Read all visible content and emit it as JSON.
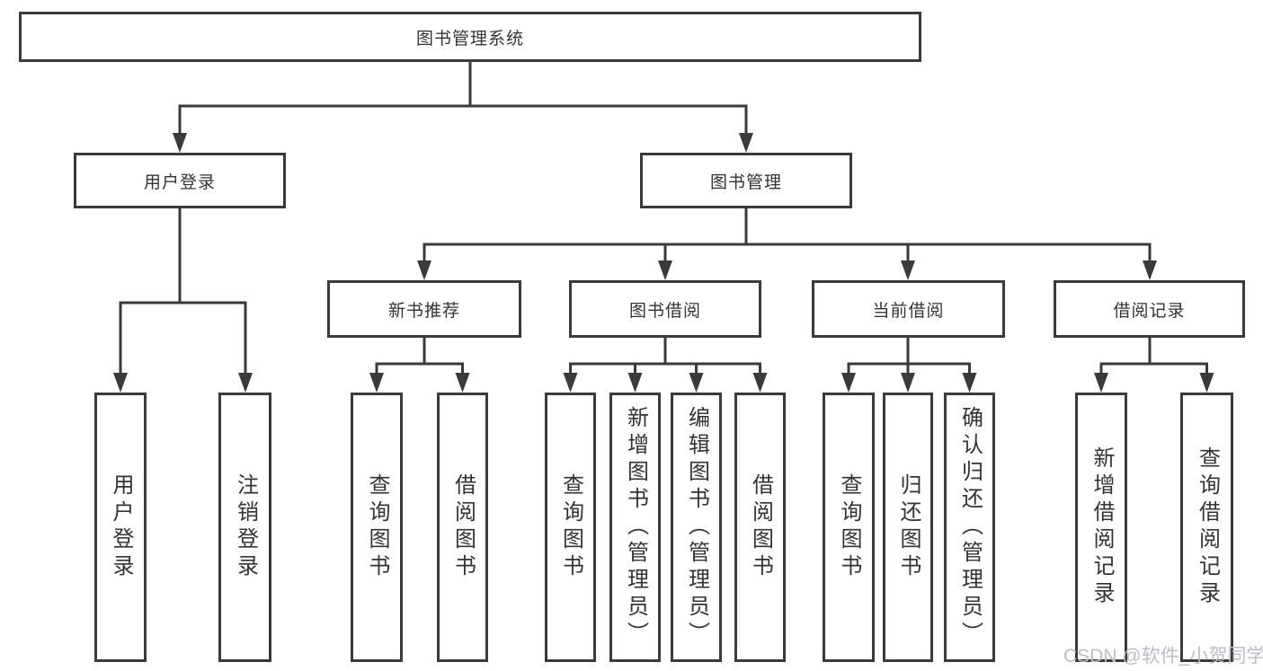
{
  "tree": {
    "label": "图书管理系统",
    "children": [
      {
        "label": "用户登录",
        "children": [
          {
            "label": "用户登录"
          },
          {
            "label": "注销登录"
          }
        ]
      },
      {
        "label": "图书管理",
        "children": [
          {
            "label": "新书推荐",
            "children": [
              {
                "label": "查询图书"
              },
              {
                "label": "借阅图书"
              }
            ]
          },
          {
            "label": "图书借阅",
            "children": [
              {
                "label": "查询图书"
              },
              {
                "label": "新增图书（管理员）"
              },
              {
                "label": "编辑图书（管理员）"
              },
              {
                "label": "借阅图书"
              }
            ]
          },
          {
            "label": "当前借阅",
            "children": [
              {
                "label": "查询图书"
              },
              {
                "label": "归还图书"
              },
              {
                "label": "确认归还（管理员）"
              }
            ]
          },
          {
            "label": "借阅记录",
            "children": [
              {
                "label": "新增借阅记录"
              },
              {
                "label": "查询借阅记录"
              }
            ]
          }
        ]
      }
    ]
  },
  "watermark": "CSDN @软件_小贺同学",
  "colors": {
    "line_color": "#3a3a3a",
    "text_color": "#333333",
    "watermark_color": "#b9bec8",
    "bg_color": "#ffffff"
  }
}
